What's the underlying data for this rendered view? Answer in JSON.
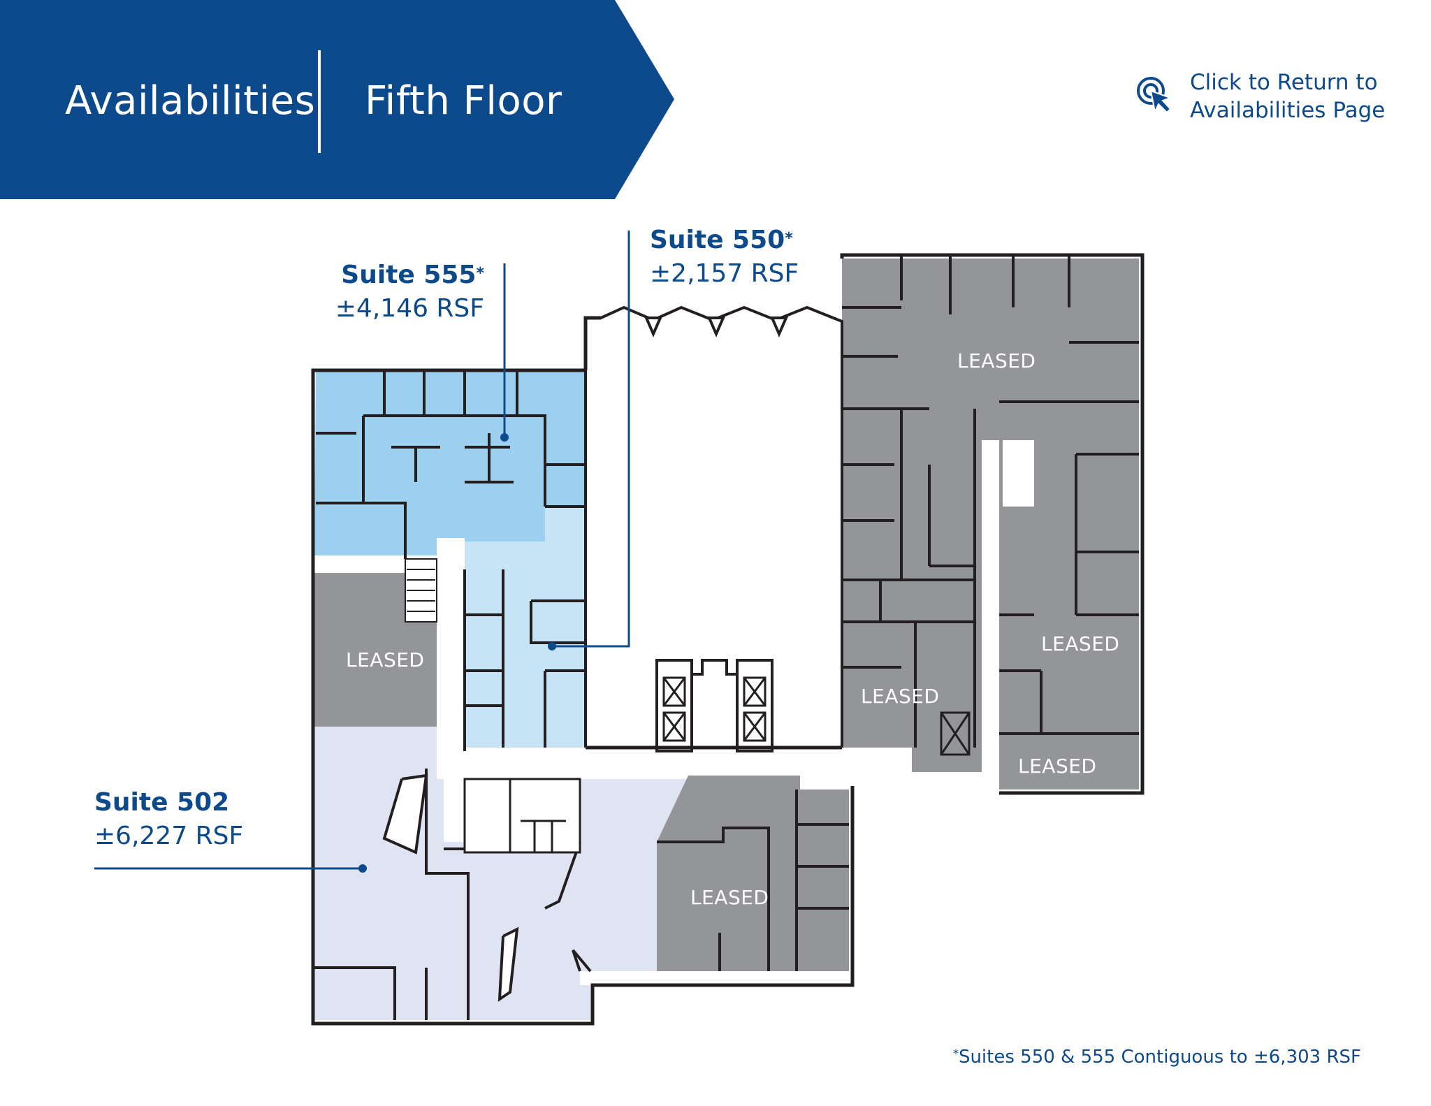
{
  "header": {
    "section": "Availabilities",
    "floor": "Fifth Floor"
  },
  "return_link": {
    "line1": "Click to Return to",
    "line2": "Availabilities Page",
    "icon": "cursor-click-icon"
  },
  "suites": [
    {
      "name": "Suite 555",
      "marker": "*",
      "area": "±4,146 RSF",
      "status": "available"
    },
    {
      "name": "Suite 550",
      "marker": "*",
      "area": "±2,157 RSF",
      "status": "available"
    },
    {
      "name": "Suite 502",
      "marker": "",
      "area": "±6,227 RSF",
      "status": "available"
    }
  ],
  "leased_label": "LEASED",
  "footnote": {
    "marker": "*",
    "text": "Suites 550 & 555 Contiguous to ±6,303 RSF"
  },
  "colors": {
    "brand_blue": "#0d4a8c",
    "suite_555": "#9dd0ef",
    "suite_550": "#c6e4f6",
    "suite_502": "#dfe4f3",
    "leased": "#939598",
    "wall": "#231f20"
  }
}
